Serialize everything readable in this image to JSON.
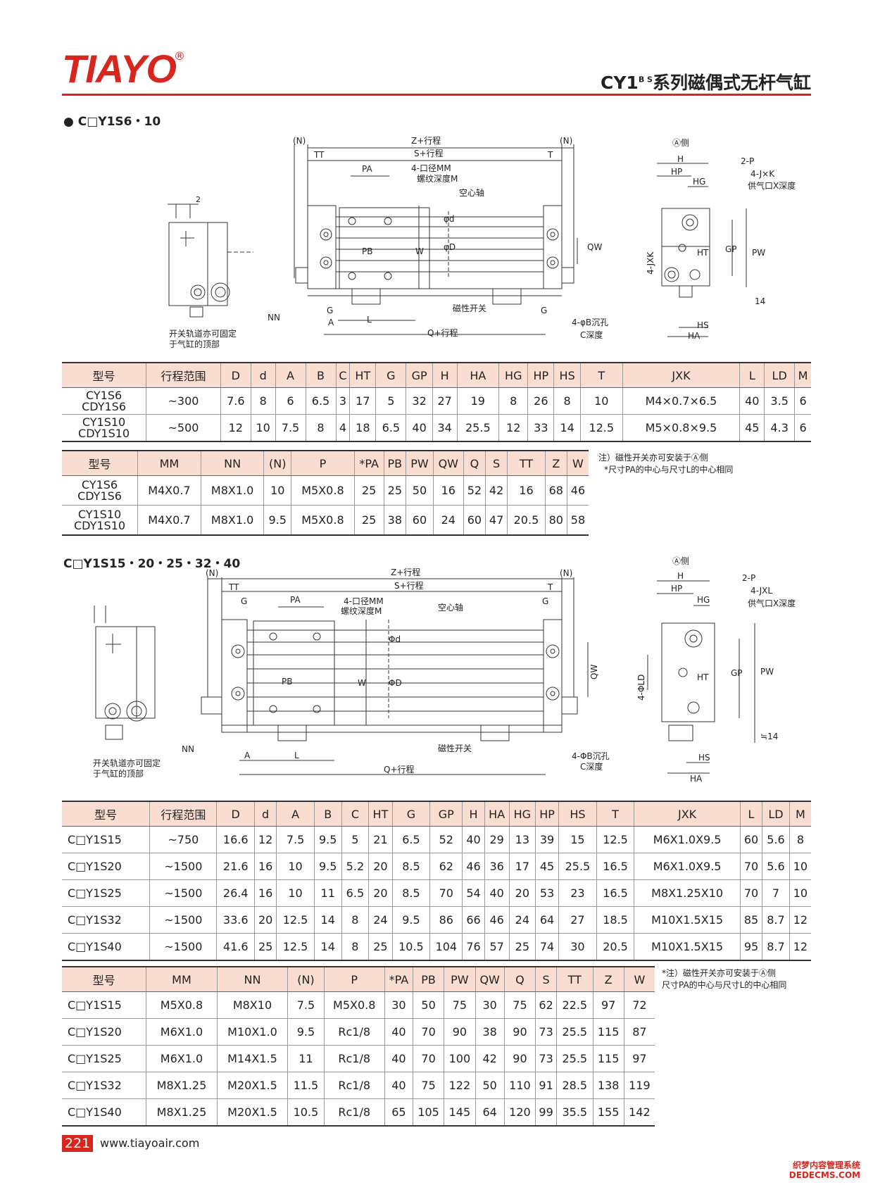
{
  "header": {
    "brand": "TIAYO",
    "registered": "®",
    "series_prefix": "CY1",
    "series_sup": "B S",
    "series_suffix": "系列磁偶式无杆气缸"
  },
  "section1": {
    "title": "● C□Y1S6・10",
    "diagram_labels": {
      "n_left": "(N)",
      "n_right": "(N)",
      "z": "Z+行程",
      "s": "S+行程",
      "tt": "TT",
      "t": "T",
      "pa": "PA",
      "mm": "4-口径MM",
      "mm_depth": "螺纹深度M",
      "hollow": "空心轴",
      "d_small": "φd",
      "d_big": "φD",
      "pb": "PB",
      "w": "W",
      "qw": "QW",
      "nn": "NN",
      "g_left": "G",
      "g_right": "G",
      "a": "A",
      "l": "L",
      "switch": "磁性开关",
      "q": "Q+行程",
      "bore": "4-φB沉孔",
      "bore_depth": "C深度",
      "two": "2",
      "rail_note_1": "开关轨道亦可固定",
      "rail_note_2": "于气缸的顶部",
      "a_side": "Ⓐ侧",
      "h": "H",
      "hp": "HP",
      "hg": "HG",
      "p": "2-P",
      "jxk": "4-J×K",
      "supply": "供气口X深度",
      "jxk_v": "4-JXK",
      "ht": "HT",
      "gp": "GP",
      "pw": "PW",
      "fourteen": "14",
      "hs": "HS",
      "ha": "HA"
    },
    "table1": {
      "headers": [
        "型号",
        "行程范围",
        "D",
        "d",
        "A",
        "B",
        "C",
        "HT",
        "G",
        "GP",
        "H",
        "HA",
        "HG",
        "HP",
        "HS",
        "T",
        "JXK",
        "L",
        "LD",
        "M"
      ],
      "rows": [
        [
          "CY1S6\nCDY1S6",
          "~300",
          "7.6",
          "8",
          "6",
          "6.5",
          "3",
          "17",
          "5",
          "32",
          "27",
          "19",
          "8",
          "26",
          "8",
          "10",
          "M4×0.7×6.5",
          "40",
          "3.5",
          "6"
        ],
        [
          "CY1S10\nCDY1S10",
          "~500",
          "12",
          "10",
          "7.5",
          "8",
          "4",
          "18",
          "6.5",
          "40",
          "34",
          "25.5",
          "12",
          "33",
          "14",
          "12.5",
          "M5×0.8×9.5",
          "45",
          "4.3",
          "6"
        ]
      ]
    },
    "table2": {
      "headers": [
        "型号",
        "MM",
        "NN",
        "(N)",
        "P",
        "*PA",
        "PB",
        "PW",
        "QW",
        "Q",
        "S",
        "TT",
        "Z",
        "W"
      ],
      "rows": [
        [
          "CY1S6\nCDY1S6",
          "M4X0.7",
          "M8X1.0",
          "10",
          "M5X0.8",
          "25",
          "25",
          "50",
          "16",
          "52",
          "42",
          "16",
          "68",
          "46"
        ],
        [
          "CY1S10\nCDY1S10",
          "M4X0.7",
          "M8X1.0",
          "9.5",
          "M5X0.8",
          "25",
          "38",
          "60",
          "24",
          "60",
          "47",
          "20.5",
          "80",
          "58"
        ]
      ]
    },
    "note_1": "注）磁性开关亦可安装于Ⓐ侧",
    "note_2": "*尺寸PA的中心与尺寸L的中心相同"
  },
  "section2": {
    "title": "C□Y1S15・20・25・32・40",
    "diagram_labels": {
      "n_left": "(N)",
      "n_right": "(N)",
      "z": "Z+行程",
      "s": "S+行程",
      "tt": "TT",
      "t": "T",
      "g1": "G",
      "g2": "G",
      "pa": "PA",
      "mm": "4-口径MM",
      "mm_depth": "螺纹深度M",
      "hollow": "空心轴",
      "d_small": "Φd",
      "d_big": "ΦD",
      "pb": "PB",
      "w": "W",
      "qw": "QW",
      "nn": "NN",
      "a": "A",
      "l": "L",
      "switch": "磁性开关",
      "q": "Q+行程",
      "bore": "4-ΦB沉孔",
      "bore_depth": "C深度",
      "rail_note_1": "开关轨道亦可固定",
      "rail_note_2": "于气缸的顶部",
      "a_side": "Ⓐ侧",
      "h": "H",
      "hp": "HP",
      "hg": "HG",
      "p": "2-P",
      "jxl": "4-JXL",
      "supply": "供气口X深度",
      "ld": "4-ΦLD",
      "ht": "HT",
      "gp": "GP",
      "pw": "PW",
      "fourteen": "≒14",
      "hs": "HS",
      "ha": "HA"
    },
    "table1": {
      "headers": [
        "型号",
        "行程范围",
        "D",
        "d",
        "A",
        "B",
        "C",
        "HT",
        "G",
        "GP",
        "H",
        "HA",
        "HG",
        "HP",
        "HS",
        "T",
        "JXK",
        "L",
        "LD",
        "M"
      ],
      "rows": [
        [
          "C□Y1S15",
          "~750",
          "16.6",
          "12",
          "7.5",
          "9.5",
          "5",
          "21",
          "6.5",
          "52",
          "40",
          "29",
          "13",
          "39",
          "15",
          "12.5",
          "M6X1.0X9.5",
          "60",
          "5.6",
          "8"
        ],
        [
          "C□Y1S20",
          "~1500",
          "21.6",
          "16",
          "10",
          "9.5",
          "5.2",
          "20",
          "8.5",
          "62",
          "46",
          "36",
          "17",
          "45",
          "25.5",
          "16.5",
          "M6X1.0X9.5",
          "70",
          "5.6",
          "10"
        ],
        [
          "C□Y1S25",
          "~1500",
          "26.4",
          "16",
          "10",
          "11",
          "6.5",
          "20",
          "8.5",
          "70",
          "54",
          "40",
          "20",
          "53",
          "23",
          "16.5",
          "M8X1.25X10",
          "70",
          "7",
          "10"
        ],
        [
          "C□Y1S32",
          "~1500",
          "33.6",
          "20",
          "12.5",
          "14",
          "8",
          "24",
          "9.5",
          "86",
          "66",
          "46",
          "24",
          "64",
          "27",
          "18.5",
          "M10X1.5X15",
          "85",
          "8.7",
          "12"
        ],
        [
          "C□Y1S40",
          "~1500",
          "41.6",
          "25",
          "12.5",
          "14",
          "8",
          "25",
          "10.5",
          "104",
          "76",
          "57",
          "25",
          "74",
          "30",
          "20.5",
          "M10X1.5X15",
          "95",
          "8.7",
          "12"
        ]
      ]
    },
    "table2": {
      "headers": [
        "型号",
        "MM",
        "NN",
        "(N)",
        "P",
        "*PA",
        "PB",
        "PW",
        "QW",
        "Q",
        "S",
        "TT",
        "Z",
        "W"
      ],
      "rows": [
        [
          "C□Y1S15",
          "M5X0.8",
          "M8X10",
          "7.5",
          "M5X0.8",
          "30",
          "50",
          "75",
          "30",
          "75",
          "62",
          "22.5",
          "97",
          "72"
        ],
        [
          "C□Y1S20",
          "M6X1.0",
          "M10X1.0",
          "9.5",
          "Rc1/8",
          "40",
          "70",
          "90",
          "38",
          "90",
          "73",
          "25.5",
          "115",
          "87"
        ],
        [
          "C□Y1S25",
          "M6X1.0",
          "M14X1.5",
          "11",
          "Rc1/8",
          "40",
          "70",
          "100",
          "42",
          "90",
          "73",
          "25.5",
          "115",
          "97"
        ],
        [
          "C□Y1S32",
          "M8X1.25",
          "M20X1.5",
          "11.5",
          "Rc1/8",
          "40",
          "75",
          "122",
          "50",
          "110",
          "91",
          "28.5",
          "138",
          "119"
        ],
        [
          "C□Y1S40",
          "M8X1.25",
          "M20X1.5",
          "10.5",
          "Rc1/8",
          "65",
          "105",
          "145",
          "64",
          "120",
          "99",
          "35.5",
          "155",
          "142"
        ]
      ]
    },
    "note_1": "*注）磁性开关亦可安装于Ⓐ侧",
    "note_2": "尺寸PA的中心与尺寸L的中心相同"
  },
  "footer": {
    "page": "221",
    "url": "www.tiayoair.com",
    "watermark_1": "织梦内容管理系统",
    "watermark_2": "DEDECMS.COM"
  }
}
